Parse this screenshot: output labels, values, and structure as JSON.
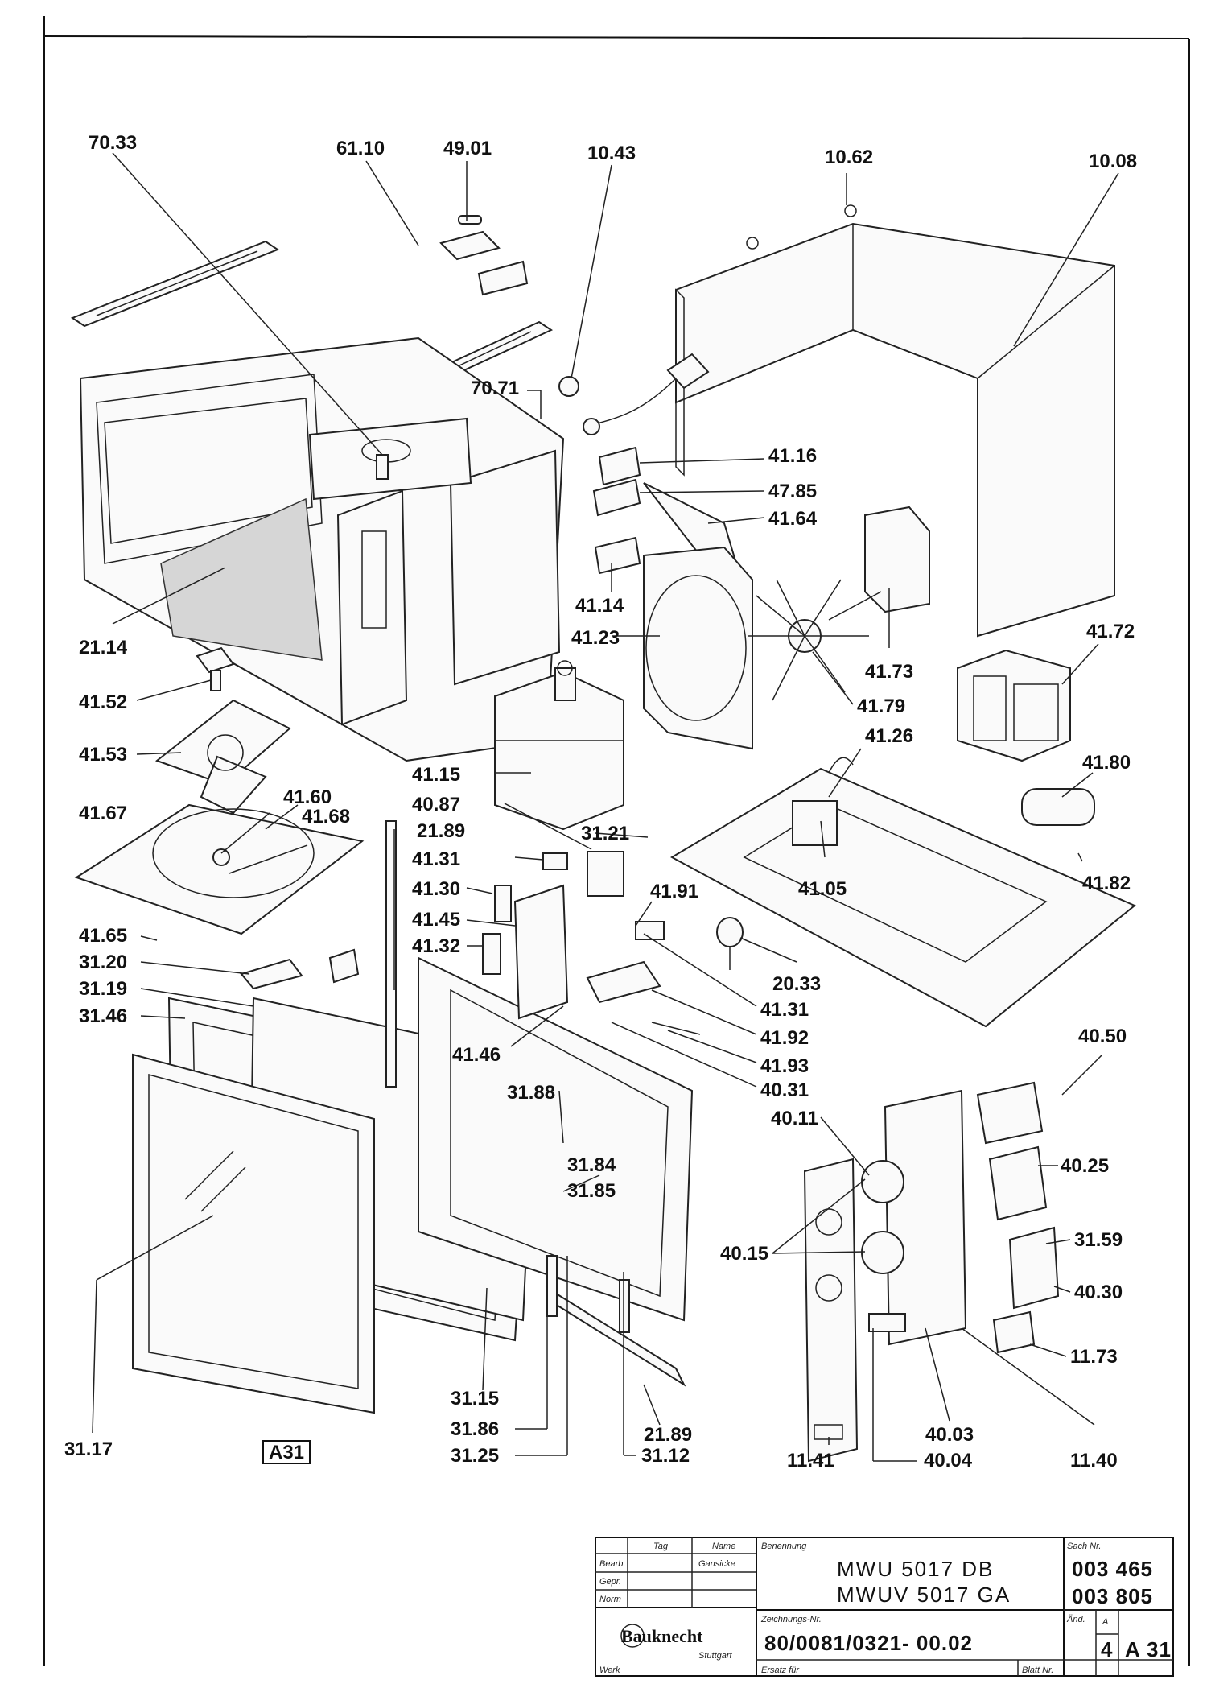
{
  "callouts": [
    "70.33",
    "61.10",
    "49.01",
    "10.43",
    "10.62",
    "10.08",
    "70.71",
    "41.16",
    "47.85",
    "41.64",
    "41.14",
    "21.14",
    "41.23",
    "41.73",
    "41.72",
    "41.52",
    "41.79",
    "41.53",
    "41.15",
    "41.26",
    "41.80",
    "41.67",
    "41.60",
    "41.68",
    "40.87",
    "21.89",
    "31.21",
    "41.31",
    "41.30",
    "41.91",
    "41.05",
    "41.82",
    "41.45",
    "41.32",
    "41.65",
    "31.20",
    "20.33",
    "31.19",
    "41.31",
    "31.46",
    "41.92",
    "41.46",
    "41.93",
    "40.31",
    "40.50",
    "31.88",
    "40.11",
    "31.84",
    "40.25",
    "31.85",
    "40.15",
    "31.59",
    "40.30",
    "11.73",
    "31.15",
    "21.89",
    "31.86",
    "40.03",
    "31.17",
    "31.25",
    "31.12",
    "11.41",
    "40.04",
    "11.40"
  ],
  "figure_code": "A31",
  "title_block": {
    "col_tag": "Tag",
    "col_name": "Name",
    "benennung_label": "Benennung",
    "sach_label": "Sach Nr.",
    "row_bearb": "Bearb.",
    "row_gepr": "Gepr.",
    "row_norm": "Norm",
    "bearb_name": "Gansicke",
    "model_1": "MWU  5017  DB",
    "model_2": "MWUV  5017  GA",
    "sach_1": "003 465",
    "sach_2": "003 805",
    "zeichnung_label": "Zeichnungs-Nr.",
    "zeichnung_nr": "80/0081/0321- 00.02",
    "aend_label": "Änd.",
    "aend_value_1": "A",
    "aend_value_2": "4",
    "sheet_code": "A 31",
    "brand": "Bauknecht",
    "brand_city": "Stuttgart",
    "werk_label": "Werk",
    "ersatz_label": "Ersatz für",
    "blatt_label": "Blatt Nr."
  },
  "colors": {
    "ink": "#111111",
    "paper": "#ffffff",
    "screen": "#d6d6d6"
  }
}
